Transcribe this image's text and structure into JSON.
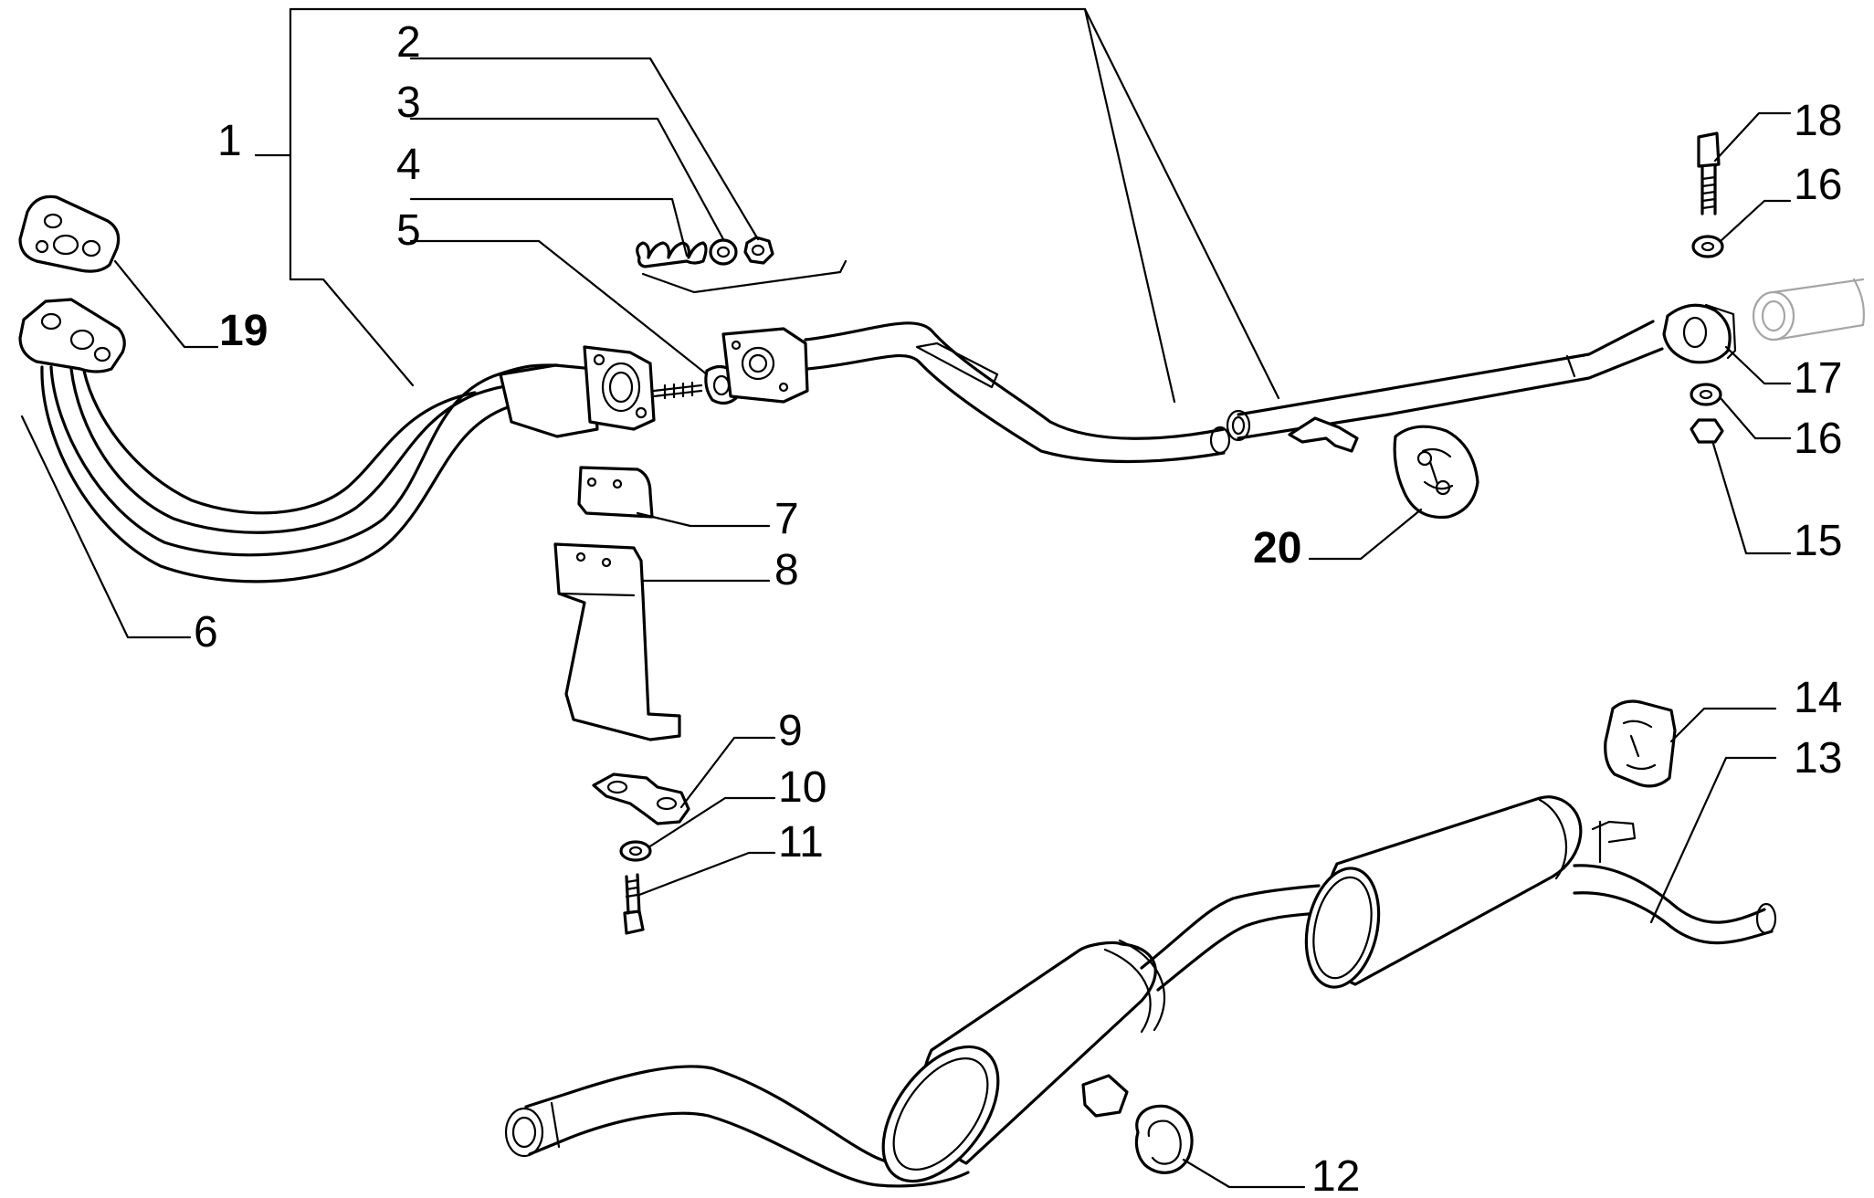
{
  "diagram": {
    "callouts": [
      {
        "id": "c1",
        "text": "1"
      },
      {
        "id": "c2",
        "text": "2"
      },
      {
        "id": "c3",
        "text": "3"
      },
      {
        "id": "c4",
        "text": "4"
      },
      {
        "id": "c5",
        "text": "5"
      },
      {
        "id": "c6",
        "text": "6"
      },
      {
        "id": "c7",
        "text": "7"
      },
      {
        "id": "c8",
        "text": "8"
      },
      {
        "id": "c9",
        "text": "9"
      },
      {
        "id": "c10",
        "text": "10"
      },
      {
        "id": "c11",
        "text": "11"
      },
      {
        "id": "c12",
        "text": "12"
      },
      {
        "id": "c13",
        "text": "13"
      },
      {
        "id": "c14",
        "text": "14"
      },
      {
        "id": "c15",
        "text": "15"
      },
      {
        "id": "c16a",
        "text": "16"
      },
      {
        "id": "c16b",
        "text": "16"
      },
      {
        "id": "c17",
        "text": "17"
      },
      {
        "id": "c18",
        "text": "18"
      },
      {
        "id": "c19",
        "text": "19"
      },
      {
        "id": "c20",
        "text": "20"
      }
    ],
    "colors": {
      "ink": "#000000",
      "paper": "#ffffff"
    }
  }
}
